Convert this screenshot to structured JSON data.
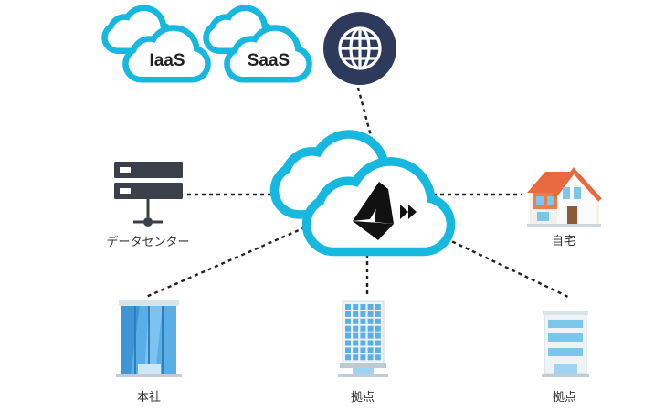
{
  "nodes": {
    "iaas": {
      "label": "IaaS",
      "icon": "cloud-icon"
    },
    "saas": {
      "label": "SaaS",
      "icon": "cloud-icon"
    },
    "internet": {
      "icon": "globe-icon"
    },
    "center": {
      "icon": "cloud-logo-icon"
    },
    "data_center": {
      "label": "データセンター",
      "icon": "server-icon"
    },
    "home": {
      "label": "自宅",
      "icon": "house-icon"
    },
    "headquarters": {
      "label": "本社",
      "icon": "office-tower-icon"
    },
    "branch_1": {
      "label": "拠点",
      "icon": "office-building-icon"
    },
    "branch_2": {
      "label": "拠点",
      "icon": "office-building-icon"
    }
  },
  "colors": {
    "cloud_outline": "#17b8e0",
    "globe": "#2e3a5b",
    "connector": "#222222"
  }
}
